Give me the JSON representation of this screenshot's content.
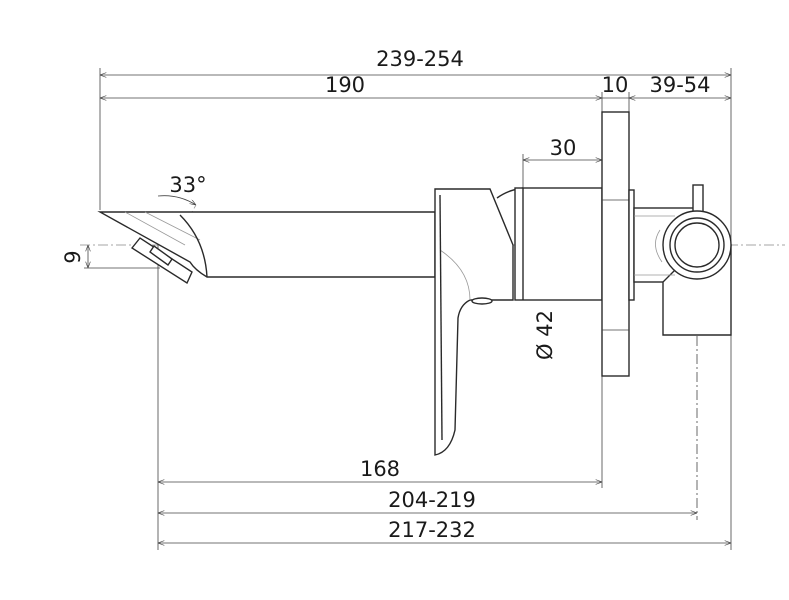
{
  "drawing": {
    "dimensions": {
      "overall_top": "239-254",
      "spout_length": "190",
      "flange_thickness": "10",
      "wall_depth": "39-54",
      "cylinder_length": "30",
      "cylinder_diameter": "Ø 42",
      "aerator_offset": "9",
      "spout_angle": "33°",
      "handle_to_wall": "168",
      "aerator_to_center": "204-219",
      "aerator_to_back": "217-232"
    }
  }
}
